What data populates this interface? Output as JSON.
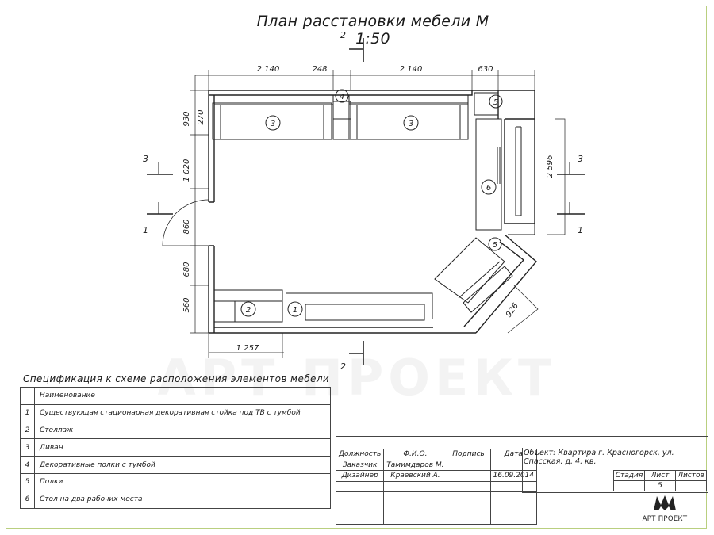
{
  "drawing": {
    "title": "План расстановки мебели М 1:50",
    "watermark": "АРТ ПРОЕКТ"
  },
  "dimensions": {
    "top": [
      "2 140",
      "248",
      "2 140",
      "630"
    ],
    "left": [
      "930",
      "270",
      "1 020",
      "860",
      "680",
      "560"
    ],
    "right": "2 596",
    "diagonal": "926",
    "bottom": "1 257"
  },
  "sections": {
    "top": "2",
    "bottom": "2",
    "left": [
      "3",
      "1"
    ],
    "right": [
      "3",
      "1"
    ]
  },
  "markers": [
    "3",
    "3",
    "4",
    "5",
    "6",
    "5",
    "2",
    "1"
  ],
  "spec": {
    "title": "Спецификация к схеме расположения элементов мебели",
    "header": "Наименование",
    "rows": [
      {
        "num": "1",
        "name": "Существующая стационарная декоративная стойка под ТВ с тумбой"
      },
      {
        "num": "2",
        "name": "Стеллаж"
      },
      {
        "num": "3",
        "name": "Диван"
      },
      {
        "num": "4",
        "name": "Декоративные полки с тумбой"
      },
      {
        "num": "5",
        "name": "Полки"
      },
      {
        "num": "6",
        "name": "Стол на два рабочих места"
      }
    ]
  },
  "stamp": {
    "headers": [
      "Должность",
      "Ф.И.О.",
      "Подпись",
      "Дата"
    ],
    "rows": [
      [
        "Заказчик",
        "Тамимдаров М.",
        "",
        ""
      ],
      [
        "Дизайнер",
        "Краевский А.",
        "",
        "16.09.2014"
      ]
    ],
    "object": "Объект: Квартира г. Красногорск, ул. Спасская, д. 4, кв.",
    "stage_headers": [
      "Стадия",
      "Лист",
      "Листов"
    ],
    "sheet": "5",
    "logo_text": "АРТ ПРОЕКТ"
  }
}
